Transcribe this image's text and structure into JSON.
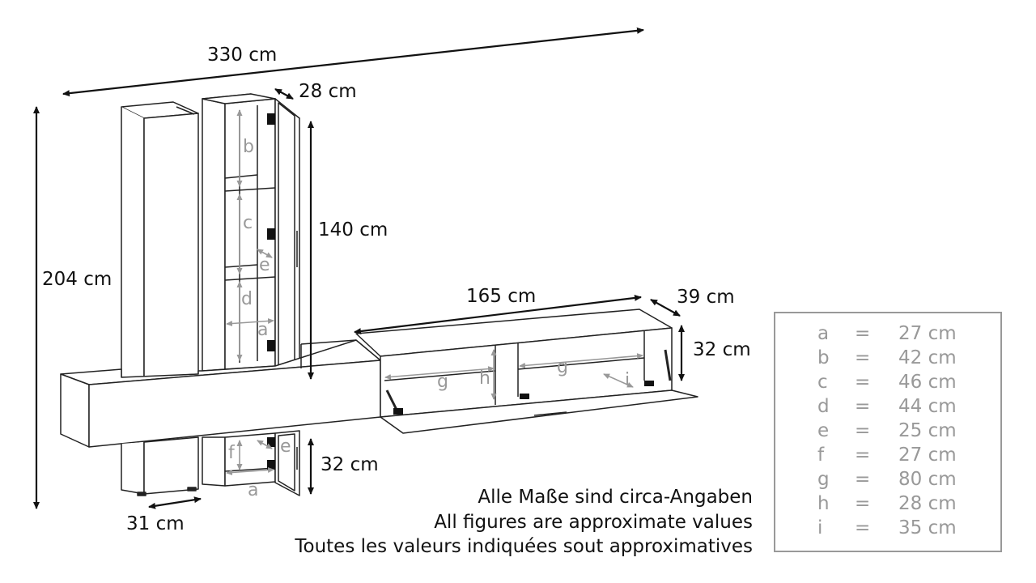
{
  "dimensions": {
    "total_width": "330 cm",
    "total_height": "204 cm",
    "tall_cabinet_depth": "28 cm",
    "hanging_cabinet_height": "140 cm",
    "tall_cabinet_width": "31 cm",
    "lowboard_width": "165 cm",
    "lowboard_depth": "39 cm",
    "lowboard_height": "32 cm",
    "small_cabinet_height": "32 cm"
  },
  "inner_labels": [
    "a",
    "b",
    "c",
    "d",
    "e",
    "f",
    "g",
    "h",
    "i"
  ],
  "notes": [
    "Alle Maße sind circa-Angaben",
    "All figures are approximate values",
    "Toutes les valeurs indiquées sout approximatives"
  ],
  "legend": [
    {
      "key": "a",
      "eq": "=",
      "value": "27 cm"
    },
    {
      "key": "b",
      "eq": "=",
      "value": "42 cm"
    },
    {
      "key": "c",
      "eq": "=",
      "value": "46 cm"
    },
    {
      "key": "d",
      "eq": "=",
      "value": "44 cm"
    },
    {
      "key": "e",
      "eq": "=",
      "value": "25 cm"
    },
    {
      "key": "f",
      "eq": "=",
      "value": "27 cm"
    },
    {
      "key": "g",
      "eq": "=",
      "value": "80 cm"
    },
    {
      "key": "h",
      "eq": "=",
      "value": "28 cm"
    },
    {
      "key": "i",
      "eq": "=",
      "value": "35 cm"
    }
  ]
}
